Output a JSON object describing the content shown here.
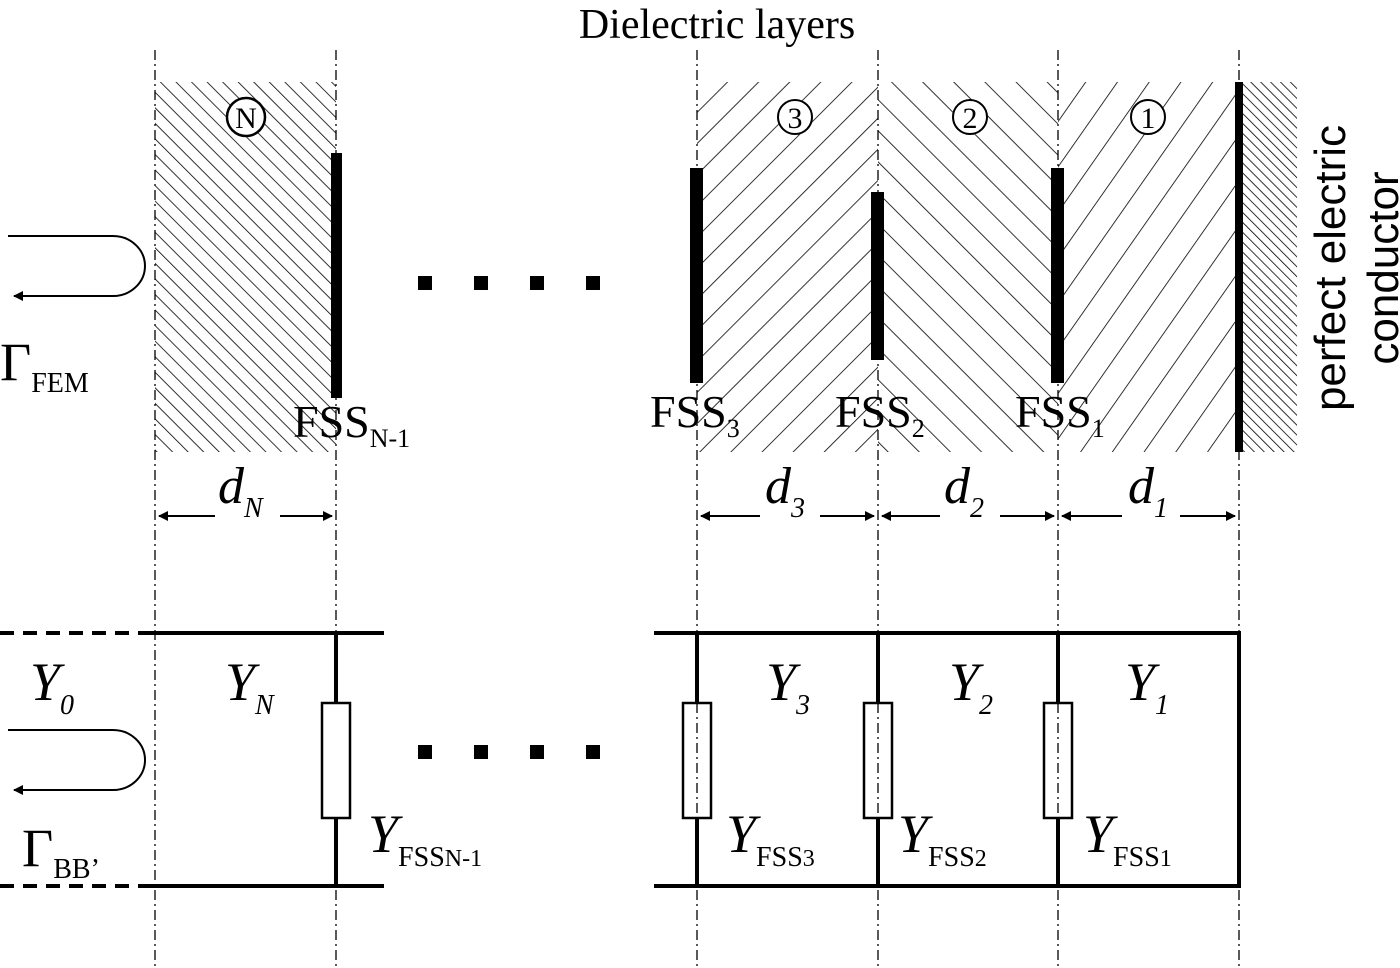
{
  "title": "Dielectric layers",
  "pec_label": [
    "perfect electric",
    "conductor"
  ],
  "layer_numbers": {
    "n": "N",
    "three": "3",
    "two": "2",
    "one": "1"
  },
  "top": {
    "gamma_symbol": "Γ",
    "gamma_sub": "FEM",
    "fss": [
      {
        "main": "FSS",
        "sub": "N-1"
      },
      {
        "main": "FSS",
        "sub": "3"
      },
      {
        "main": "FSS",
        "sub": "2"
      },
      {
        "main": "FSS",
        "sub": "1"
      }
    ],
    "thickness": [
      {
        "main": "d",
        "sub": "N"
      },
      {
        "main": "d",
        "sub": "3"
      },
      {
        "main": "d",
        "sub": "2"
      },
      {
        "main": "d",
        "sub": "1"
      }
    ]
  },
  "bottom": {
    "y0": {
      "main": "Y",
      "sub": "0"
    },
    "gamma_symbol": "Γ",
    "gamma_sub": "BB’",
    "line_admittances": [
      {
        "main": "Y",
        "sub": "N"
      },
      {
        "main": "Y",
        "sub": "3"
      },
      {
        "main": "Y",
        "sub": "2"
      },
      {
        "main": "Y",
        "sub": "1"
      }
    ],
    "fss_admittances": [
      {
        "main": "Y",
        "sub": "FSS",
        "subsub": "N-1"
      },
      {
        "main": "Y",
        "sub": "FSS",
        "subsub": "3"
      },
      {
        "main": "Y",
        "sub": "FSS",
        "subsub": "2"
      },
      {
        "main": "Y",
        "sub": "FSS",
        "subsub": "1"
      }
    ]
  }
}
